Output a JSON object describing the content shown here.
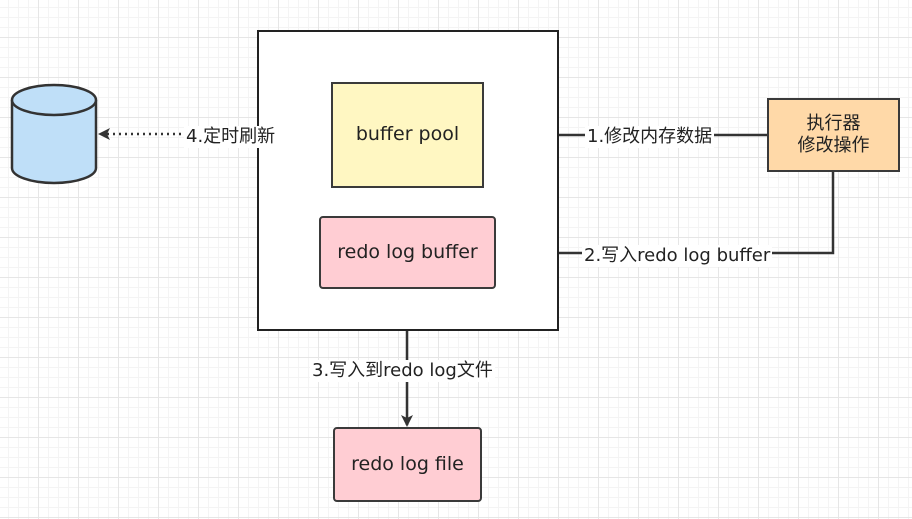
{
  "nodes": {
    "buffer_pool": "buffer pool",
    "redo_log_buffer": "redo log buffer",
    "redo_log_file": "redo log file",
    "executor_line1": "执行器",
    "executor_line2": "修改操作"
  },
  "edges": {
    "step1": "1.修改内存数据",
    "step2": "2.写入redo log buffer",
    "step3": "3.写入到redo log文件",
    "step4": "4.定时刷新"
  },
  "colors": {
    "buffer_pool_fill": "#fff7c2",
    "redo_fill": "#ffcdd3",
    "executor_fill": "#ffd9a8",
    "database_fill": "#bfdff8",
    "stroke": "#333333"
  }
}
